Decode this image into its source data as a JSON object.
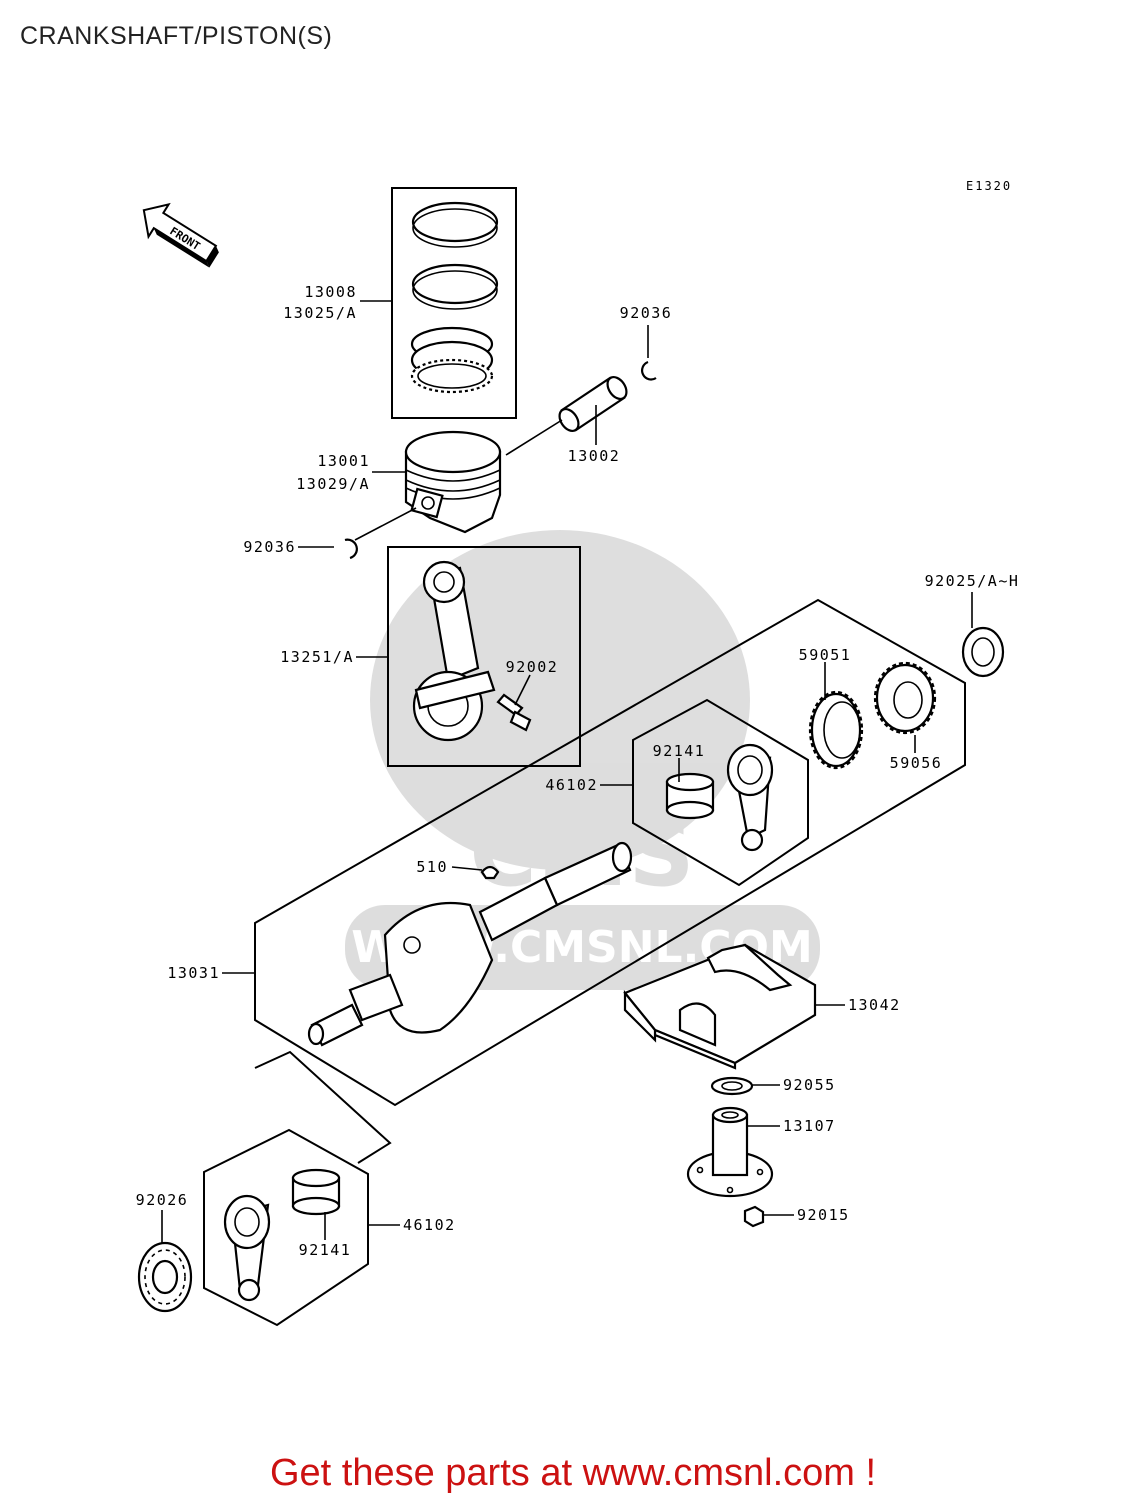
{
  "title": "CRANKSHAFT/PISTON(S)",
  "diagram_code": "E1320",
  "front_label": "FRONT",
  "watermark": "WWW.CMSNL.COM",
  "watermark_logo": "CMS",
  "footer": "Get these parts at www.cmsnl.com !",
  "labels": {
    "p13008": "13008",
    "p13025": "13025/A",
    "p92036a": "92036",
    "p13002": "13002",
    "p13001": "13001",
    "p13029": "13029/A",
    "p92036b": "92036",
    "p13251": "13251/A",
    "p92002": "92002",
    "p92025": "92025/A~H",
    "p59051": "59051",
    "p59056": "59056",
    "p92141a": "92141",
    "p46102a": "46102",
    "p510": "510",
    "p13031": "13031",
    "p13042": "13042",
    "p92055": "92055",
    "p13107": "13107",
    "p92015": "92015",
    "p92026": "92026",
    "p46102b": "46102",
    "p92141b": "92141"
  }
}
